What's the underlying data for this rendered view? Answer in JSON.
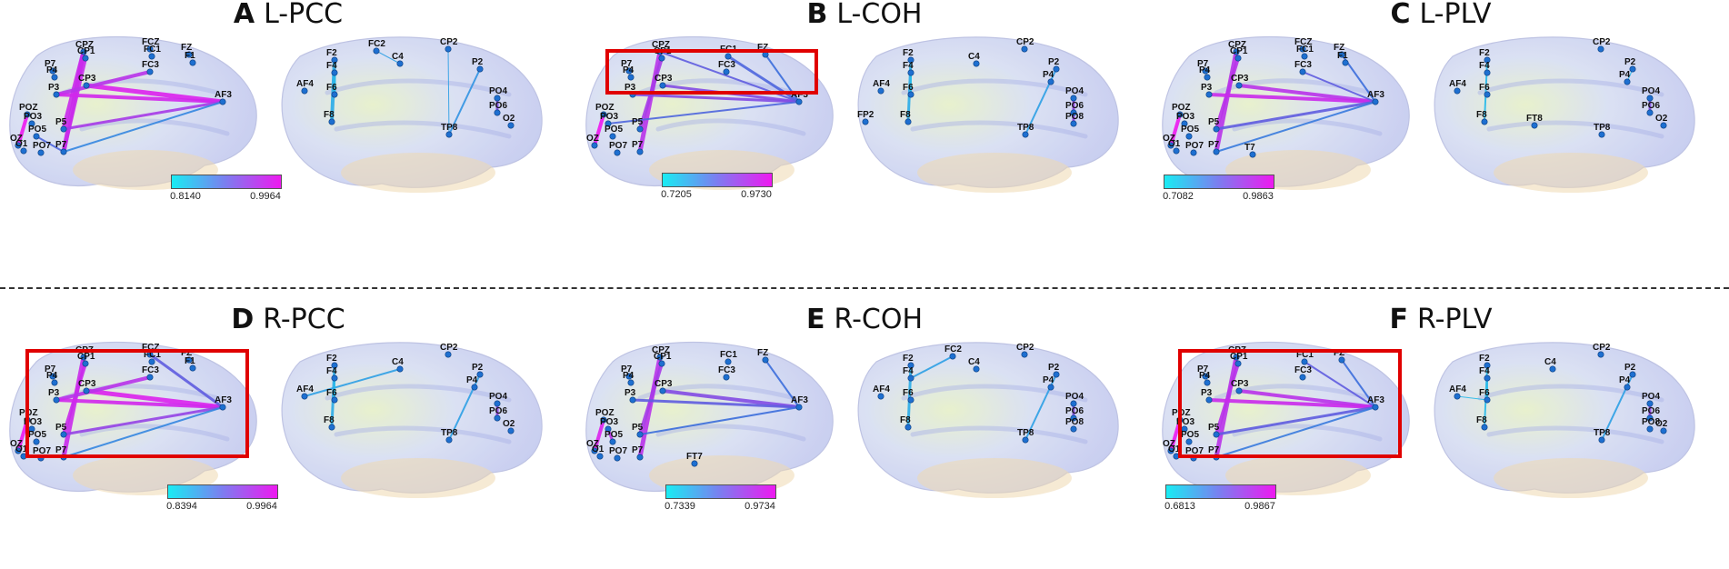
{
  "colors": {
    "node": "#1e6fd0",
    "highlight_box": "#e00000",
    "low": "#19ecf3",
    "high": "#ee19f0"
  },
  "panels": [
    {
      "letter": "A",
      "title": "L-PCC",
      "cmin": "0.8140",
      "cmax": "0.9964",
      "edges_left": [
        [
          "POZ",
          "OZ",
          1.0,
          4
        ],
        [
          "CP3",
          "AF3",
          0.95,
          5
        ],
        [
          "CPZ",
          "P7",
          0.9,
          5
        ],
        [
          "CPZ",
          "P5",
          0.9,
          5
        ],
        [
          "CP1",
          "P7",
          0.9,
          4
        ],
        [
          "FC3",
          "P3",
          0.85,
          4
        ],
        [
          "P3",
          "AF3",
          0.92,
          4
        ],
        [
          "P5",
          "AF3",
          0.8,
          3
        ],
        [
          "PO5",
          "P7",
          0.55,
          2
        ],
        [
          "P7",
          "AF3",
          0.4,
          2
        ]
      ],
      "edges_right": [
        [
          "F2",
          "F8",
          0.25,
          4
        ],
        [
          "F4",
          "F6",
          0.2,
          3
        ],
        [
          "CP2",
          "TP8",
          0.3,
          1
        ],
        [
          "P2",
          "TP8",
          0.35,
          2
        ],
        [
          "PO4",
          "PO6",
          0.7,
          3
        ],
        [
          "FC2",
          "C4",
          0.3,
          1
        ]
      ],
      "labels_left": [
        "CPZ",
        "CP1",
        "FCZ",
        "FC1",
        "FZ",
        "F1",
        "P7",
        "P4",
        "P3",
        "CP3",
        "FC3",
        "AF3",
        "POZ",
        "PO3",
        "P5",
        "PO5",
        "OZ",
        "O1",
        "PO7",
        "P7"
      ],
      "labels_right": [
        "F2",
        "F4",
        "F6",
        "F8",
        "AF4",
        "FC2",
        "C4",
        "CP2",
        "P2",
        "PO4",
        "PO6",
        "O2",
        "TP8"
      ],
      "highlight": null
    },
    {
      "letter": "B",
      "title": "L-COH",
      "cmin": "0.7205",
      "cmax": "0.9730",
      "edges_left": [
        [
          "POZ",
          "OZ",
          1.0,
          4
        ],
        [
          "CP3",
          "AF3",
          0.7,
          3
        ],
        [
          "CPZ",
          "P7",
          0.85,
          5
        ],
        [
          "CP1",
          "P5",
          0.8,
          4
        ],
        [
          "FC1",
          "AF3",
          0.55,
          3
        ],
        [
          "FZ",
          "AF3",
          0.5,
          2
        ],
        [
          "P3",
          "AF3",
          0.7,
          3
        ],
        [
          "PO3",
          "AF3",
          0.55,
          2
        ],
        [
          "CPZ",
          "AF3",
          0.6,
          2
        ]
      ],
      "edges_right": [
        [
          "F2",
          "F8",
          0.25,
          3
        ],
        [
          "F4",
          "F6",
          0.2,
          2
        ],
        [
          "P2",
          "TP8",
          0.3,
          2
        ],
        [
          "PO4",
          "PO8",
          0.75,
          3
        ]
      ],
      "labels_left": [
        "CPZ",
        "CP1",
        "FC1",
        "FZ",
        "P7",
        "P4",
        "P3",
        "CP3",
        "FC3",
        "AF3",
        "POZ",
        "PO3",
        "P5",
        "PO5",
        "OZ",
        "PO7",
        "P7"
      ],
      "labels_right": [
        "F2",
        "F4",
        "F6",
        "F8",
        "AF4",
        "FP2",
        "C4",
        "CP2",
        "P2",
        "P4",
        "PO4",
        "PO6",
        "PO8",
        "TP8"
      ],
      "highlight": "upper"
    },
    {
      "letter": "C",
      "title": "L-PLV",
      "cmin": "0.7082",
      "cmax": "0.9863",
      "edges_left": [
        [
          "POZ",
          "OZ",
          1.0,
          4
        ],
        [
          "CP3",
          "AF3",
          0.85,
          4
        ],
        [
          "CPZ",
          "P7",
          0.85,
          5
        ],
        [
          "CP1",
          "P5",
          0.85,
          4
        ],
        [
          "P3",
          "AF3",
          0.9,
          4
        ],
        [
          "FC3",
          "AF3",
          0.6,
          2
        ],
        [
          "FZ",
          "AF3",
          0.5,
          2
        ],
        [
          "P5",
          "AF3",
          0.6,
          3
        ],
        [
          "P7",
          "AF3",
          0.45,
          2
        ]
      ],
      "edges_right": [
        [
          "F2",
          "F8",
          0.2,
          2
        ],
        [
          "PO4",
          "PO6",
          0.7,
          3
        ],
        [
          "P2",
          "P4",
          0.2,
          1
        ]
      ],
      "labels_left": [
        "CPZ",
        "CP1",
        "FCZ",
        "FC1",
        "FZ",
        "F1",
        "P7",
        "P4",
        "P3",
        "CP3",
        "FC3",
        "AF3",
        "POZ",
        "PO3",
        "P5",
        "PO5",
        "OZ",
        "O1",
        "PO7",
        "P7",
        "T7"
      ],
      "labels_right": [
        "F2",
        "F4",
        "F6",
        "F8",
        "AF4",
        "FT8",
        "CP2",
        "P2",
        "P4",
        "PO4",
        "PO6",
        "O2",
        "TP8"
      ],
      "highlight": null
    },
    {
      "letter": "D",
      "title": "R-PCC",
      "cmin": "0.8394",
      "cmax": "0.9964",
      "edges_left": [
        [
          "POZ",
          "OZ",
          1.0,
          4
        ],
        [
          "CP3",
          "AF3",
          0.95,
          5
        ],
        [
          "CPZ",
          "P7",
          0.9,
          5
        ],
        [
          "CP1",
          "P5",
          0.9,
          4
        ],
        [
          "FC3",
          "P3",
          0.85,
          4
        ],
        [
          "P3",
          "AF3",
          0.92,
          4
        ],
        [
          "FCZ",
          "AF3",
          0.6,
          3
        ],
        [
          "P5",
          "AF3",
          0.75,
          3
        ],
        [
          "P7",
          "AF3",
          0.4,
          2
        ]
      ],
      "edges_right": [
        [
          "F2",
          "F8",
          0.25,
          3
        ],
        [
          "AF4",
          "C4",
          0.3,
          2
        ],
        [
          "F4",
          "F6",
          0.2,
          2
        ],
        [
          "P2",
          "TP8",
          0.3,
          2
        ],
        [
          "PO4",
          "PO6",
          0.75,
          3
        ]
      ],
      "labels_left": [
        "CPZ",
        "CP1",
        "FCZ",
        "FC1",
        "FZ",
        "F1",
        "P7",
        "P4",
        "P3",
        "CP3",
        "FC3",
        "AF3",
        "POZ",
        "PO3",
        "P5",
        "PO5",
        "OZ",
        "O1",
        "PO7",
        "P7"
      ],
      "labels_right": [
        "F2",
        "F4",
        "F6",
        "F8",
        "AF4",
        "C4",
        "CP2",
        "P2",
        "P4",
        "PO4",
        "PO6",
        "O2",
        "TP8"
      ],
      "highlight": "full"
    },
    {
      "letter": "E",
      "title": "R-COH",
      "cmin": "0.7339",
      "cmax": "0.9734",
      "edges_left": [
        [
          "POZ",
          "OZ",
          0.95,
          4
        ],
        [
          "CP3",
          "AF3",
          0.7,
          4
        ],
        [
          "CPZ",
          "P7",
          0.85,
          5
        ],
        [
          "CP1",
          "P5",
          0.8,
          4
        ],
        [
          "FZ",
          "AF3",
          0.5,
          2
        ],
        [
          "P3",
          "AF3",
          0.6,
          3
        ],
        [
          "P5",
          "AF3",
          0.5,
          2
        ],
        [
          "PO5",
          "PO3",
          0.85,
          3
        ]
      ],
      "edges_right": [
        [
          "F2",
          "F8",
          0.25,
          3
        ],
        [
          "F4",
          "FC2",
          0.3,
          2
        ],
        [
          "P2",
          "TP8",
          0.3,
          2
        ],
        [
          "PO4",
          "PO6",
          0.7,
          3
        ]
      ],
      "labels_left": [
        "CPZ",
        "CP1",
        "FC1",
        "FC3",
        "FZ",
        "P7",
        "P4",
        "P3",
        "CP3",
        "AF3",
        "POZ",
        "PO3",
        "P5",
        "PO5",
        "OZ",
        "O1",
        "PO7",
        "P7",
        "FT7"
      ],
      "labels_right": [
        "F2",
        "F4",
        "F6",
        "F8",
        "AF4",
        "FC2",
        "C4",
        "CP2",
        "P2",
        "P4",
        "PO4",
        "PO6",
        "PO8",
        "TP8"
      ],
      "highlight": null
    },
    {
      "letter": "F",
      "title": "R-PLV",
      "cmin": "0.6813",
      "cmax": "0.9867",
      "edges_left": [
        [
          "POZ",
          "OZ",
          1.0,
          4
        ],
        [
          "CP3",
          "AF3",
          0.85,
          4
        ],
        [
          "CPZ",
          "P7",
          0.85,
          5
        ],
        [
          "CP1",
          "P5",
          0.85,
          4
        ],
        [
          "P3",
          "AF3",
          0.9,
          4
        ],
        [
          "FC1",
          "AF3",
          0.6,
          2
        ],
        [
          "FZ",
          "AF3",
          0.5,
          2
        ],
        [
          "P5",
          "AF3",
          0.6,
          3
        ],
        [
          "P7",
          "AF3",
          0.45,
          2
        ]
      ],
      "edges_right": [
        [
          "F2",
          "F8",
          0.2,
          2
        ],
        [
          "F4",
          "F6",
          0.2,
          2
        ],
        [
          "AF4",
          "F6",
          0.2,
          1
        ],
        [
          "P2",
          "TP8",
          0.3,
          2
        ],
        [
          "PO4",
          "PO6",
          0.75,
          3
        ]
      ],
      "labels_left": [
        "CPZ",
        "CP1",
        "FC1",
        "FZ",
        "FC3",
        "P7",
        "P4",
        "P3",
        "CP3",
        "AF3",
        "POZ",
        "PO3",
        "P5",
        "PO5",
        "OZ",
        "O1",
        "PO7",
        "P7"
      ],
      "labels_right": [
        "F2",
        "F4",
        "F6",
        "F8",
        "AF4",
        "C4",
        "CP2",
        "P2",
        "P4",
        "PO4",
        "PO6",
        "PO8",
        "O2",
        "TP8"
      ],
      "highlight": "full"
    }
  ]
}
